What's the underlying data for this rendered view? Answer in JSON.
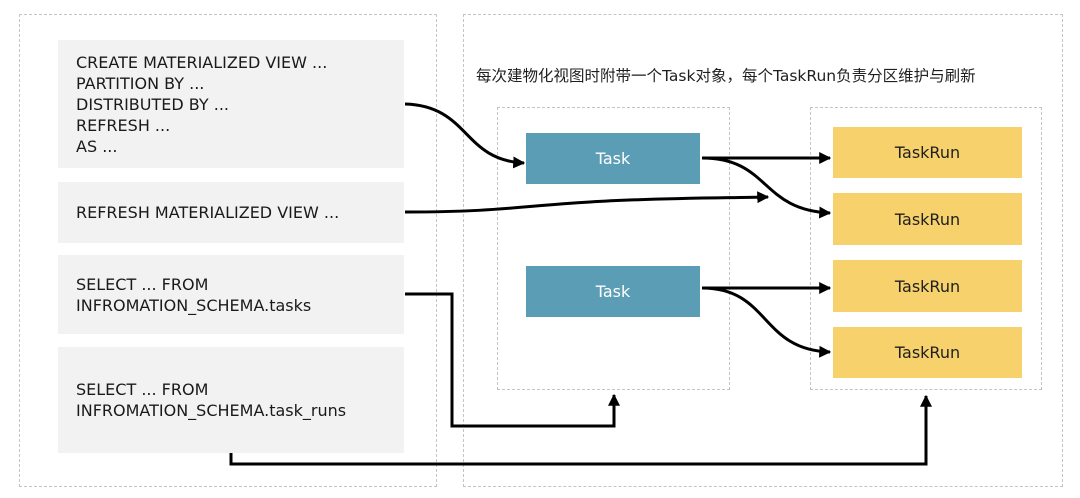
{
  "statements": [
    {
      "lines": [
        "CREATE MATERIALIZED VIEW ...",
        "PARTITION BY ...",
        "DISTRIBUTED BY ...",
        "REFRESH ...",
        "AS ..."
      ]
    },
    {
      "lines": [
        "REFRESH MATERIALIZED VIEW ..."
      ]
    },
    {
      "lines": [
        "SELECT ... FROM",
        "INFROMATION_SCHEMA.tasks"
      ]
    },
    {
      "lines": [
        "SELECT ... FROM",
        "INFROMATION_SCHEMA.task_runs"
      ]
    }
  ],
  "caption": "每次建物化视图时附带一个Task对象，每个TaskRun负责分区维护与刷新",
  "tasks": [
    "Task",
    "Task"
  ],
  "taskruns": [
    "TaskRun",
    "TaskRun",
    "TaskRun",
    "TaskRun"
  ],
  "colors": {
    "task_fill": "#5b9db5",
    "taskrun_fill": "#f7d16b",
    "statement_fill": "#f2f2f2",
    "arrow": "#000000"
  }
}
